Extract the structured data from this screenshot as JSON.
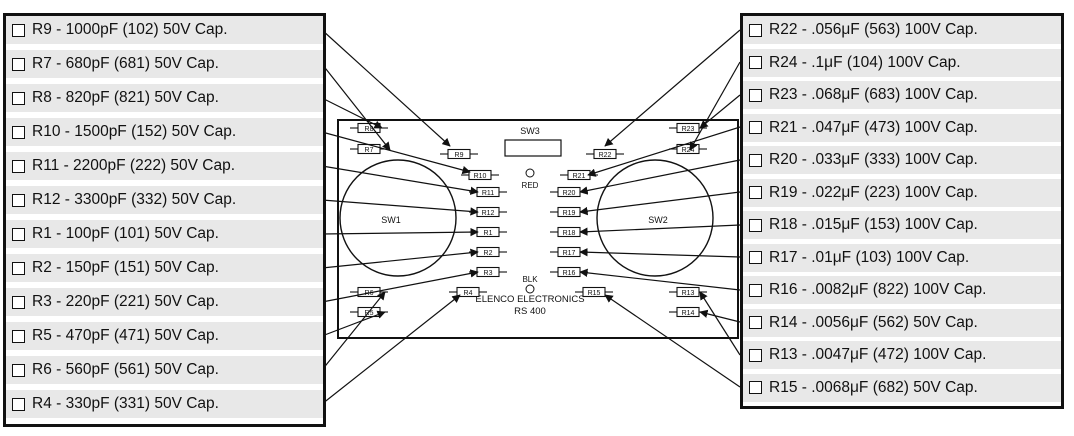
{
  "left_list": {
    "items": [
      {
        "label": "R9 - 1000pF (102) 50V Cap."
      },
      {
        "label": "R7 - 680pF (681) 50V Cap."
      },
      {
        "label": "R8 - 820pF (821) 50V Cap."
      },
      {
        "label": "R10 - 1500pF (152) 50V Cap."
      },
      {
        "label": "R11 - 2200pF (222) 50V Cap."
      },
      {
        "label": "R12 - 3300pF (332) 50V Cap."
      },
      {
        "label": "R1 - 100pF (101) 50V Cap."
      },
      {
        "label": "R2 - 150pF (151) 50V Cap."
      },
      {
        "label": "R3 - 220pF (221) 50V Cap."
      },
      {
        "label": "R5 - 470pF (471) 50V Cap."
      },
      {
        "label": "R6 - 560pF (561) 50V Cap."
      },
      {
        "label": "R4 - 330pF (331) 50V Cap."
      }
    ]
  },
  "right_list": {
    "items": [
      {
        "label": "R22 - .056μF (563) 100V Cap."
      },
      {
        "label": "R24 - .1μF (104) 100V Cap."
      },
      {
        "label": "R23 - .068μF (683) 100V Cap."
      },
      {
        "label": "R21 - .047μF (473) 100V Cap."
      },
      {
        "label": "R20 - .033μF (333) 100V Cap."
      },
      {
        "label": "R19 - .022μF (223) 100V Cap."
      },
      {
        "label": "R18 - .015μF (153) 100V Cap."
      },
      {
        "label": "R17 - .01μF (103) 100V Cap."
      },
      {
        "label": "R16 - .0082μF (822) 100V Cap."
      },
      {
        "label": "R14 - .0056μF (562) 50V Cap."
      },
      {
        "label": "R13 - .0047μF (472) 100V Cap."
      },
      {
        "label": "R15 - .0068μF (682) 50V Cap."
      }
    ]
  },
  "board": {
    "sw1": "SW1",
    "sw2": "SW2",
    "sw3": "SW3",
    "red": "RED",
    "blk": "BLK",
    "brand": "ELENCO  ELECTRONICS",
    "model": "RS 400",
    "parts": [
      {
        "name": "R9"
      },
      {
        "name": "R7"
      },
      {
        "name": "R8"
      },
      {
        "name": "R10"
      },
      {
        "name": "R11"
      },
      {
        "name": "R12"
      },
      {
        "name": "R1"
      },
      {
        "name": "R2"
      },
      {
        "name": "R3"
      },
      {
        "name": "R5"
      },
      {
        "name": "R6"
      },
      {
        "name": "R4"
      },
      {
        "name": "R22"
      },
      {
        "name": "R24"
      },
      {
        "name": "R23"
      },
      {
        "name": "R21"
      },
      {
        "name": "R20"
      },
      {
        "name": "R19"
      },
      {
        "name": "R18"
      },
      {
        "name": "R17"
      },
      {
        "name": "R16"
      },
      {
        "name": "R14"
      },
      {
        "name": "R13"
      },
      {
        "name": "R15"
      }
    ]
  }
}
